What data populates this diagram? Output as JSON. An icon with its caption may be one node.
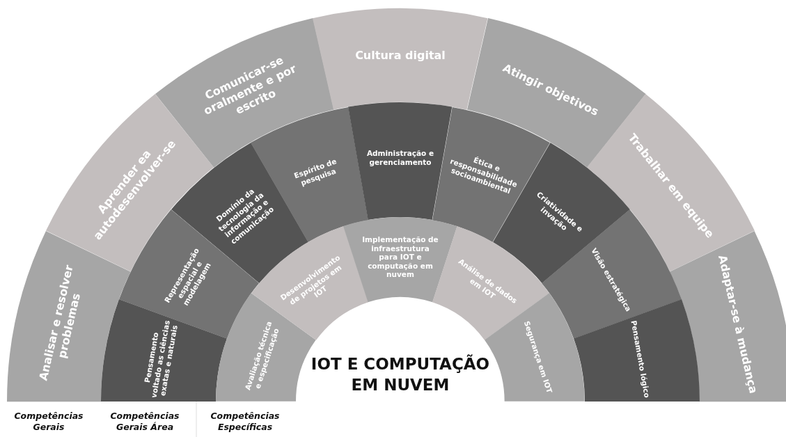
{
  "diagram": {
    "nodes": [
      {
        "text": [
          "IOT E COMPUTAÇÃO EM NUVEM"
        ]
      },
      {
        "text": [
          "Analisar e resolver problemas"
        ]
      },
      {
        "text": [
          "Aprender ea autodesenvolver-se"
        ]
      },
      {
        "text": [
          "Comunicar-se oralmente e por escrito"
        ]
      },
      {
        "text": [
          "Cultura digital"
        ]
      },
      {
        "text": [
          "Atingir objetivos"
        ]
      },
      {
        "text": [
          "Trabalhar em equipe"
        ]
      },
      {
        "text": [
          "Adaptar-se à mudança"
        ]
      },
      {
        "text": [
          "Pensamento voltado as ciências exatas e naturais"
        ]
      },
      {
        "text": [
          "Representação espacial e modelagem"
        ]
      },
      {
        "text": [
          "Domínio da tecnologia da informação e comunicação"
        ]
      },
      {
        "text": [
          "Espírito de pesquisa"
        ]
      },
      {
        "text": [
          "Administração e gerenciamento"
        ]
      },
      {
        "text": [
          "Ética e responsabilidade socioambiental"
        ]
      },
      {
        "text": [
          "Criatividade e invação"
        ]
      },
      {
        "text": [
          "Visão estratégica"
        ]
      },
      {
        "text": [
          "Pensamento lógico"
        ]
      },
      {
        "text": [
          "Avaliação técnica e especificação"
        ]
      },
      {
        "text": [
          "Desenvolvimento de projetos em IOT"
        ]
      },
      {
        "text": [
          "Implementação de infraestrutura para IOT e computação em nuvem"
        ]
      },
      {
        "text": [
          "Análise de dados em IOT"
        ]
      },
      {
        "text": [
          "Segurança em IOT"
        ]
      }
    ],
    "labels": [
      "Competências Gerais",
      "Competências Gerais Área",
      "Competências Específicas"
    ]
  }
}
